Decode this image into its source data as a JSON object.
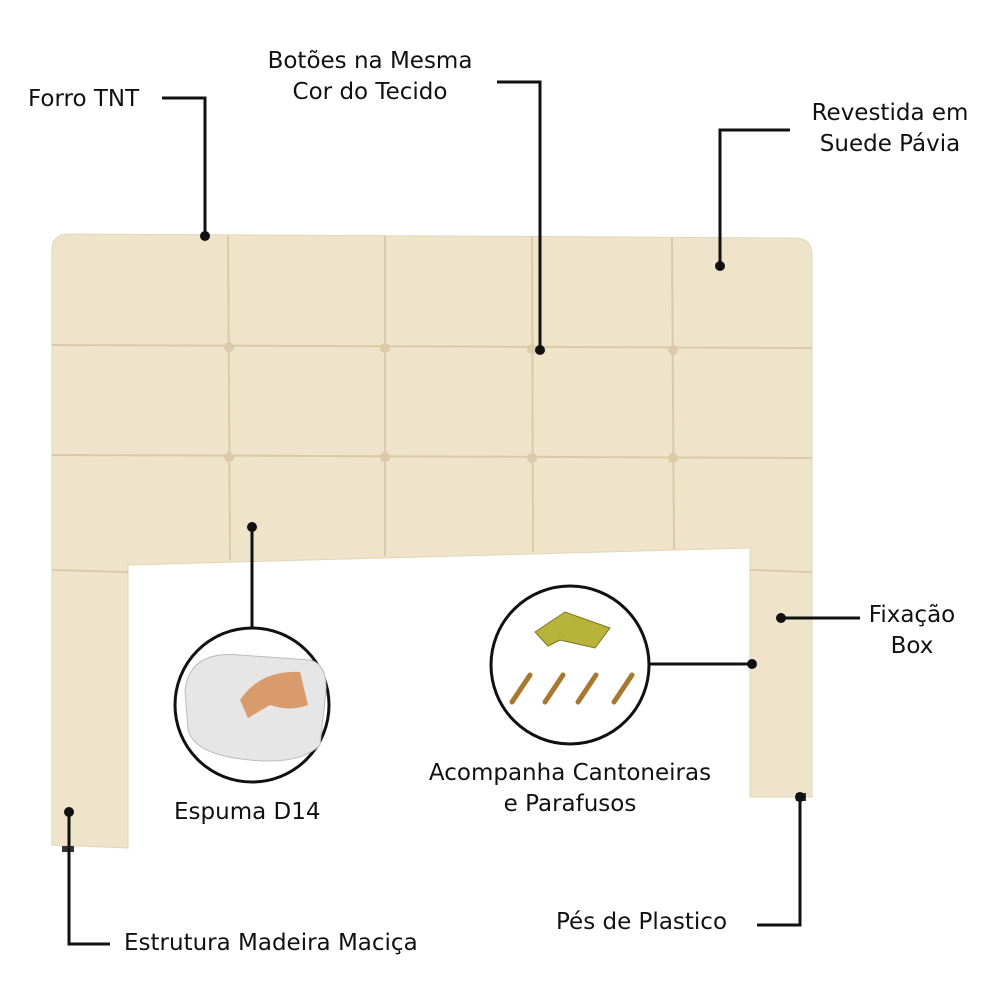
{
  "colors": {
    "fabric": "#efe3c9",
    "fabric_shadow": "#ddcfb2",
    "line": "#111111"
  },
  "labels": {
    "forro": "Forro TNT",
    "botoes_1": "Botões na Mesma",
    "botoes_2": "Cor do Tecido",
    "revestida_1": "Revestida em",
    "revestida_2": "Suede Pávia",
    "fixacao_1": "Fixação",
    "fixacao_2": "Box",
    "espuma": "Espuma D14",
    "acompanha_1": "Acompanha Cantoneiras",
    "acompanha_2": "e Parafusos",
    "pes": "Pés de Plastico",
    "estrutura": "Estrutura Madeira Maciça"
  }
}
